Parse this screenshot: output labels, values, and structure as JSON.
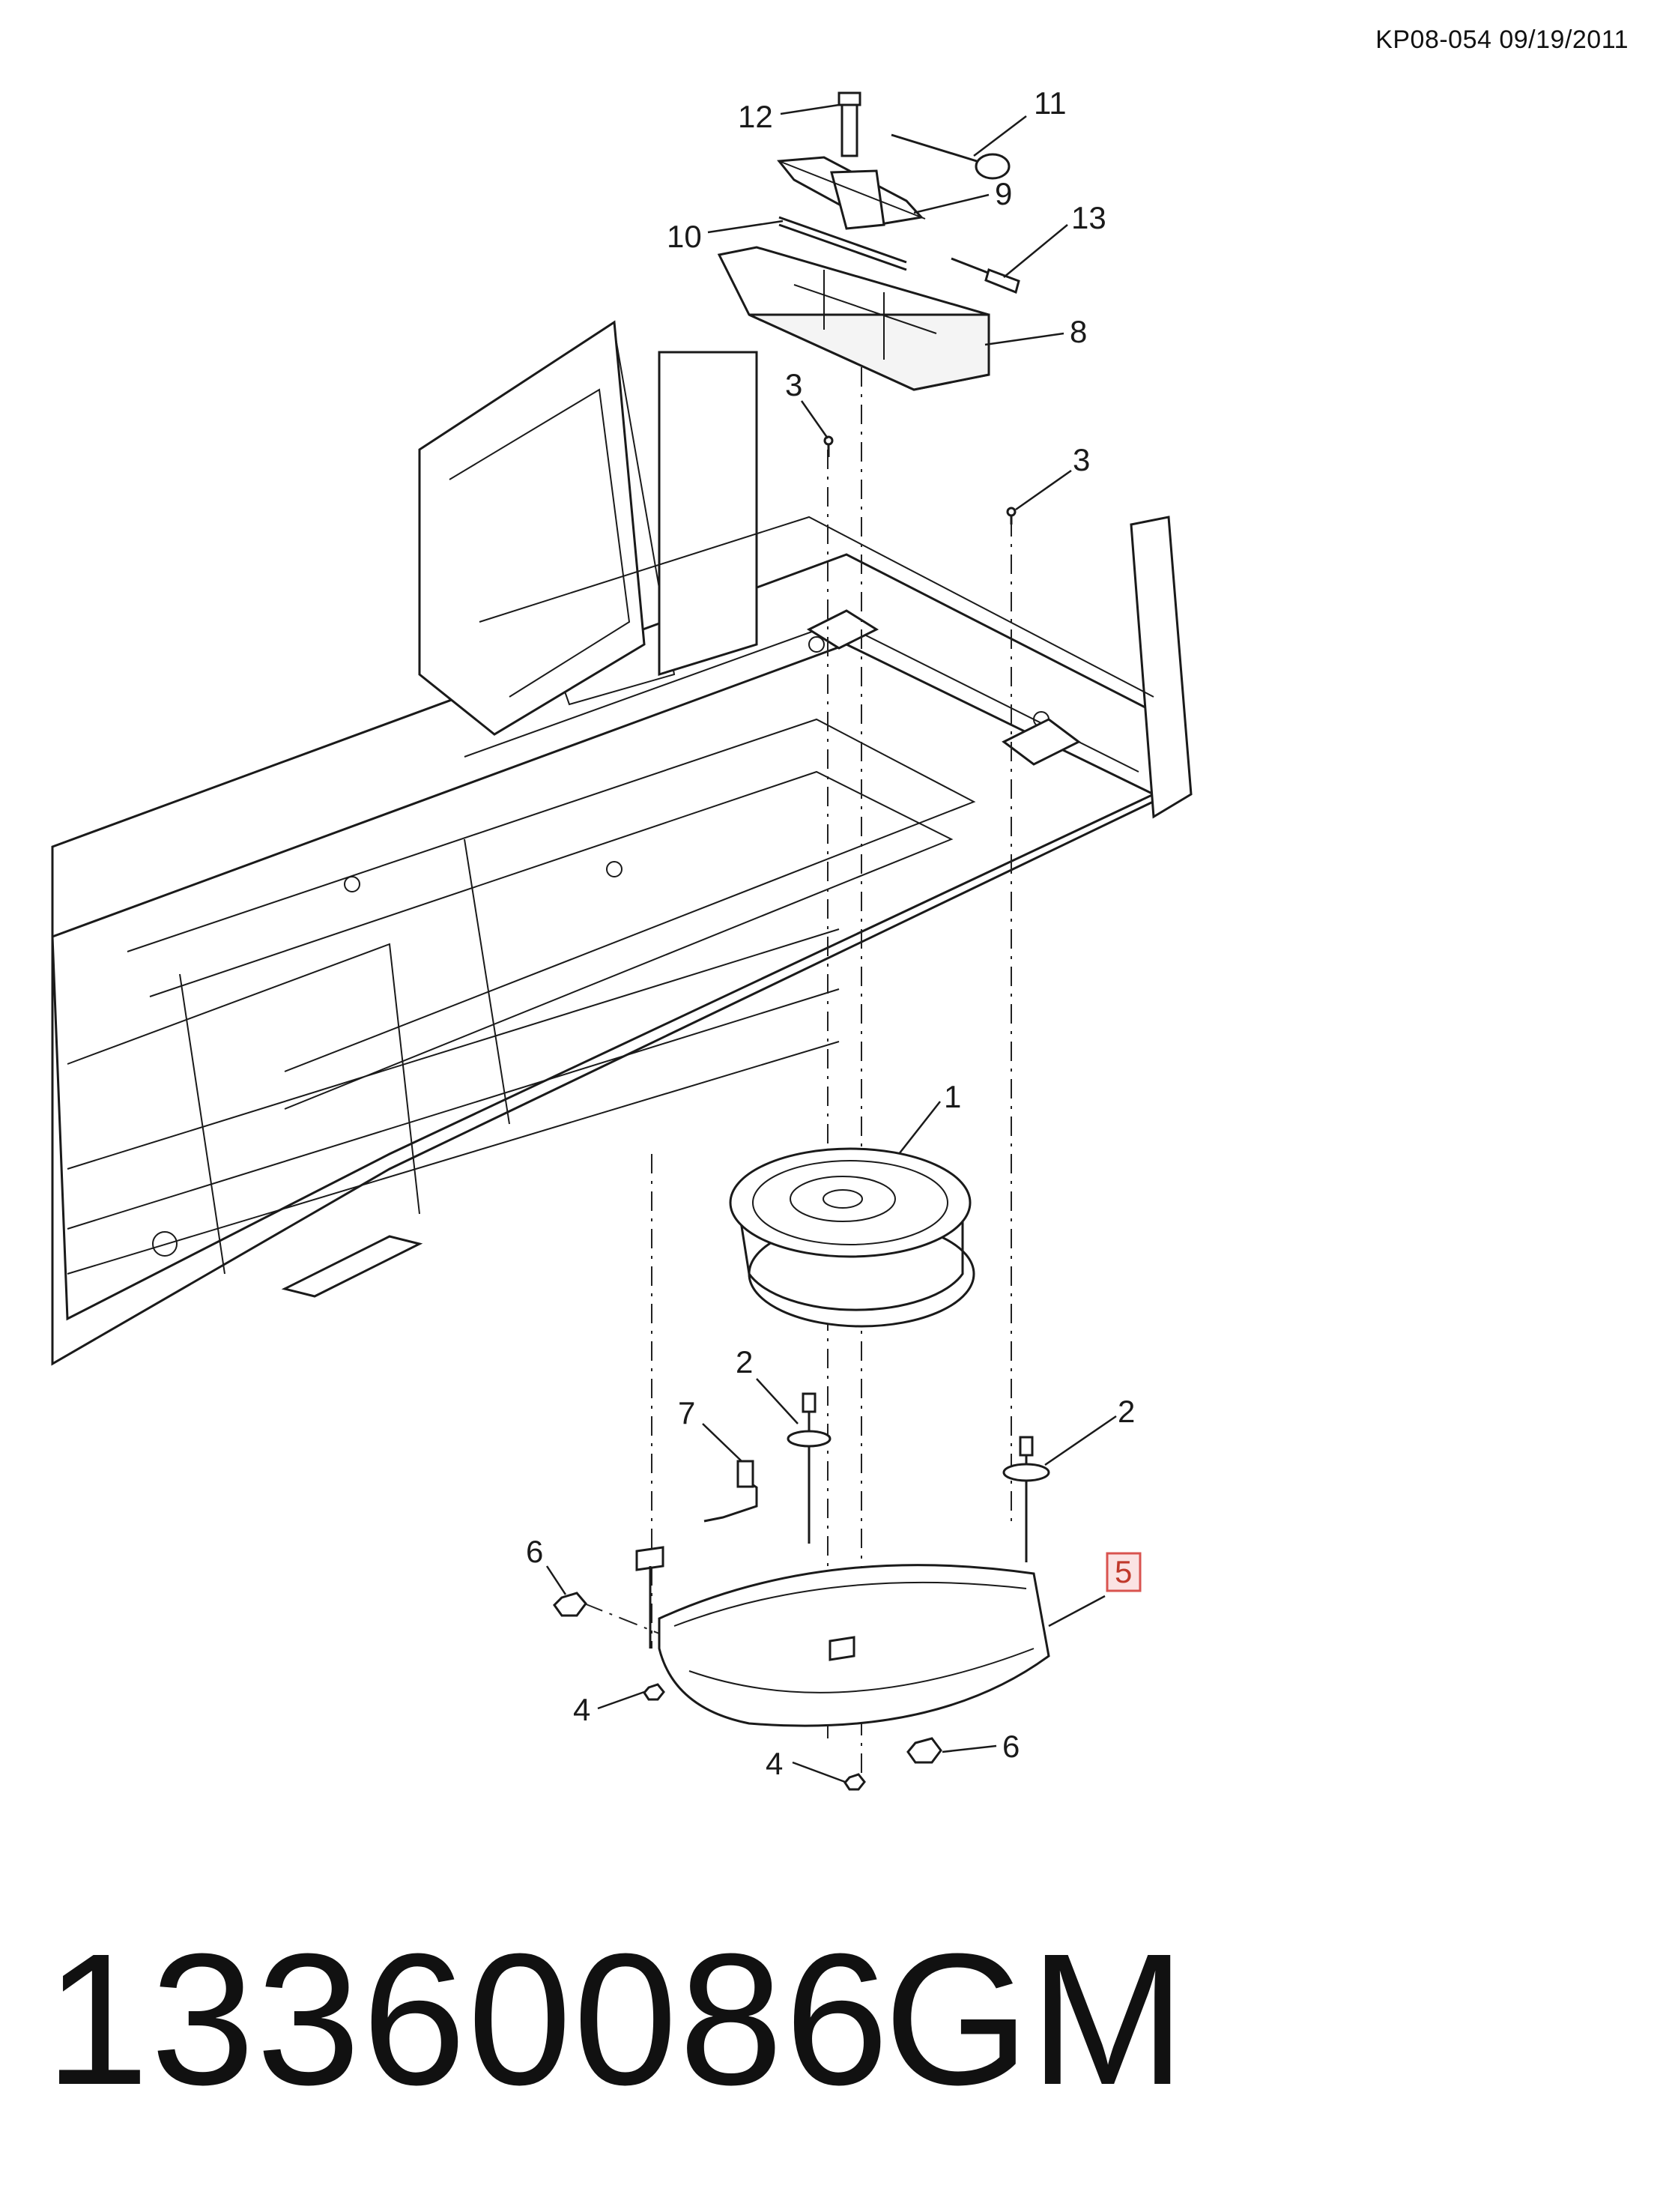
{
  "header": {
    "code": "KP08-054 09/19/2011"
  },
  "callouts": {
    "c12": "12",
    "c11": "11",
    "c9": "9",
    "c10": "10",
    "c13": "13",
    "c8": "8",
    "c3a": "3",
    "c3b": "3",
    "c1": "1",
    "c2a": "2",
    "c2b": "2",
    "c7": "7",
    "c5": "5",
    "c6a": "6",
    "c6b": "6",
    "c4a": "4",
    "c4b": "4"
  },
  "footer": {
    "part_number": "13360086",
    "brand": "GM"
  }
}
